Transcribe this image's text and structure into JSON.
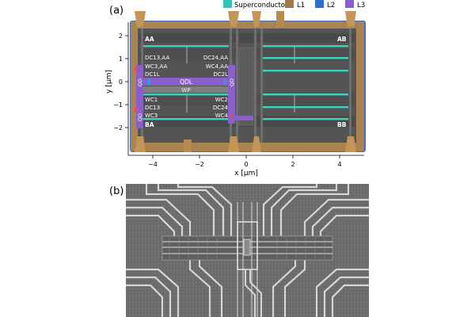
{
  "panels": {
    "a": "(a)",
    "b": "(b)"
  },
  "legend": [
    {
      "label": "Superconductor",
      "color": "#2ec4b6"
    },
    {
      "label": "L1",
      "color": "#9c7b4b"
    },
    {
      "label": "L2",
      "color": "#2f6fd0"
    },
    {
      "label": "L3",
      "color": "#8b5fc9"
    }
  ],
  "axes": {
    "xlabel": "x [μm]",
    "ylabel": "y [μm]",
    "x_ticks": [
      "−4",
      "−2",
      "0",
      "2",
      "4"
    ],
    "y_ticks": [
      "2",
      "1",
      "0",
      "−1",
      "−2"
    ]
  },
  "corner_labels": {
    "top_left": "AA",
    "top_right": "AB",
    "bottom_left": "BA",
    "bottom_right": "BB"
  },
  "gate_labels": {
    "dc13_aa": "DC13,AA",
    "wc3_aa": "WC3,AA",
    "dc24_aa": "DC24,AA",
    "wc4_aa": "WC4,AA",
    "dc1l": "DC1L",
    "dc2l": "DC2L",
    "qdl": "QDL",
    "wp": "WP",
    "wc1": "WC1",
    "wc2": "WC2",
    "dc13": "DC13",
    "dc24": "DC24",
    "wc3": "WC3",
    "wc4": "WC4",
    "qd_vertical": "QD"
  },
  "colors": {
    "substrate": "#4b6fb5",
    "base": "#555555",
    "gold": "#b88a4e",
    "purple": "#8b5fc9",
    "teal": "#39d3c3",
    "red_marker": "#e05050",
    "sem_background": "#6a6a6a"
  }
}
